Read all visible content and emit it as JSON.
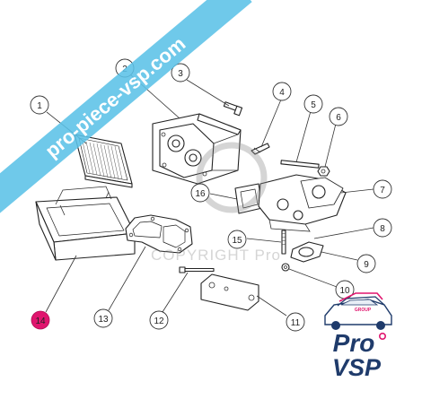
{
  "watermark": {
    "banner_text": "pro-piece-vsp.com",
    "banner_color": "#5bc2e7",
    "copyright_text": "COPYRIGHT Pro"
  },
  "callouts": [
    "1",
    "2",
    "3",
    "4",
    "5",
    "6",
    "7",
    "8",
    "9",
    "10",
    "11",
    "12",
    "13",
    "14",
    "15",
    "16"
  ],
  "highlight_color": "#e0156e",
  "logo": {
    "group_text": "GROUP",
    "brand_top": "Pro",
    "brand_bottom": "VSP",
    "brand_color": "#1f3b6b",
    "accent_color": "#e0156e"
  }
}
